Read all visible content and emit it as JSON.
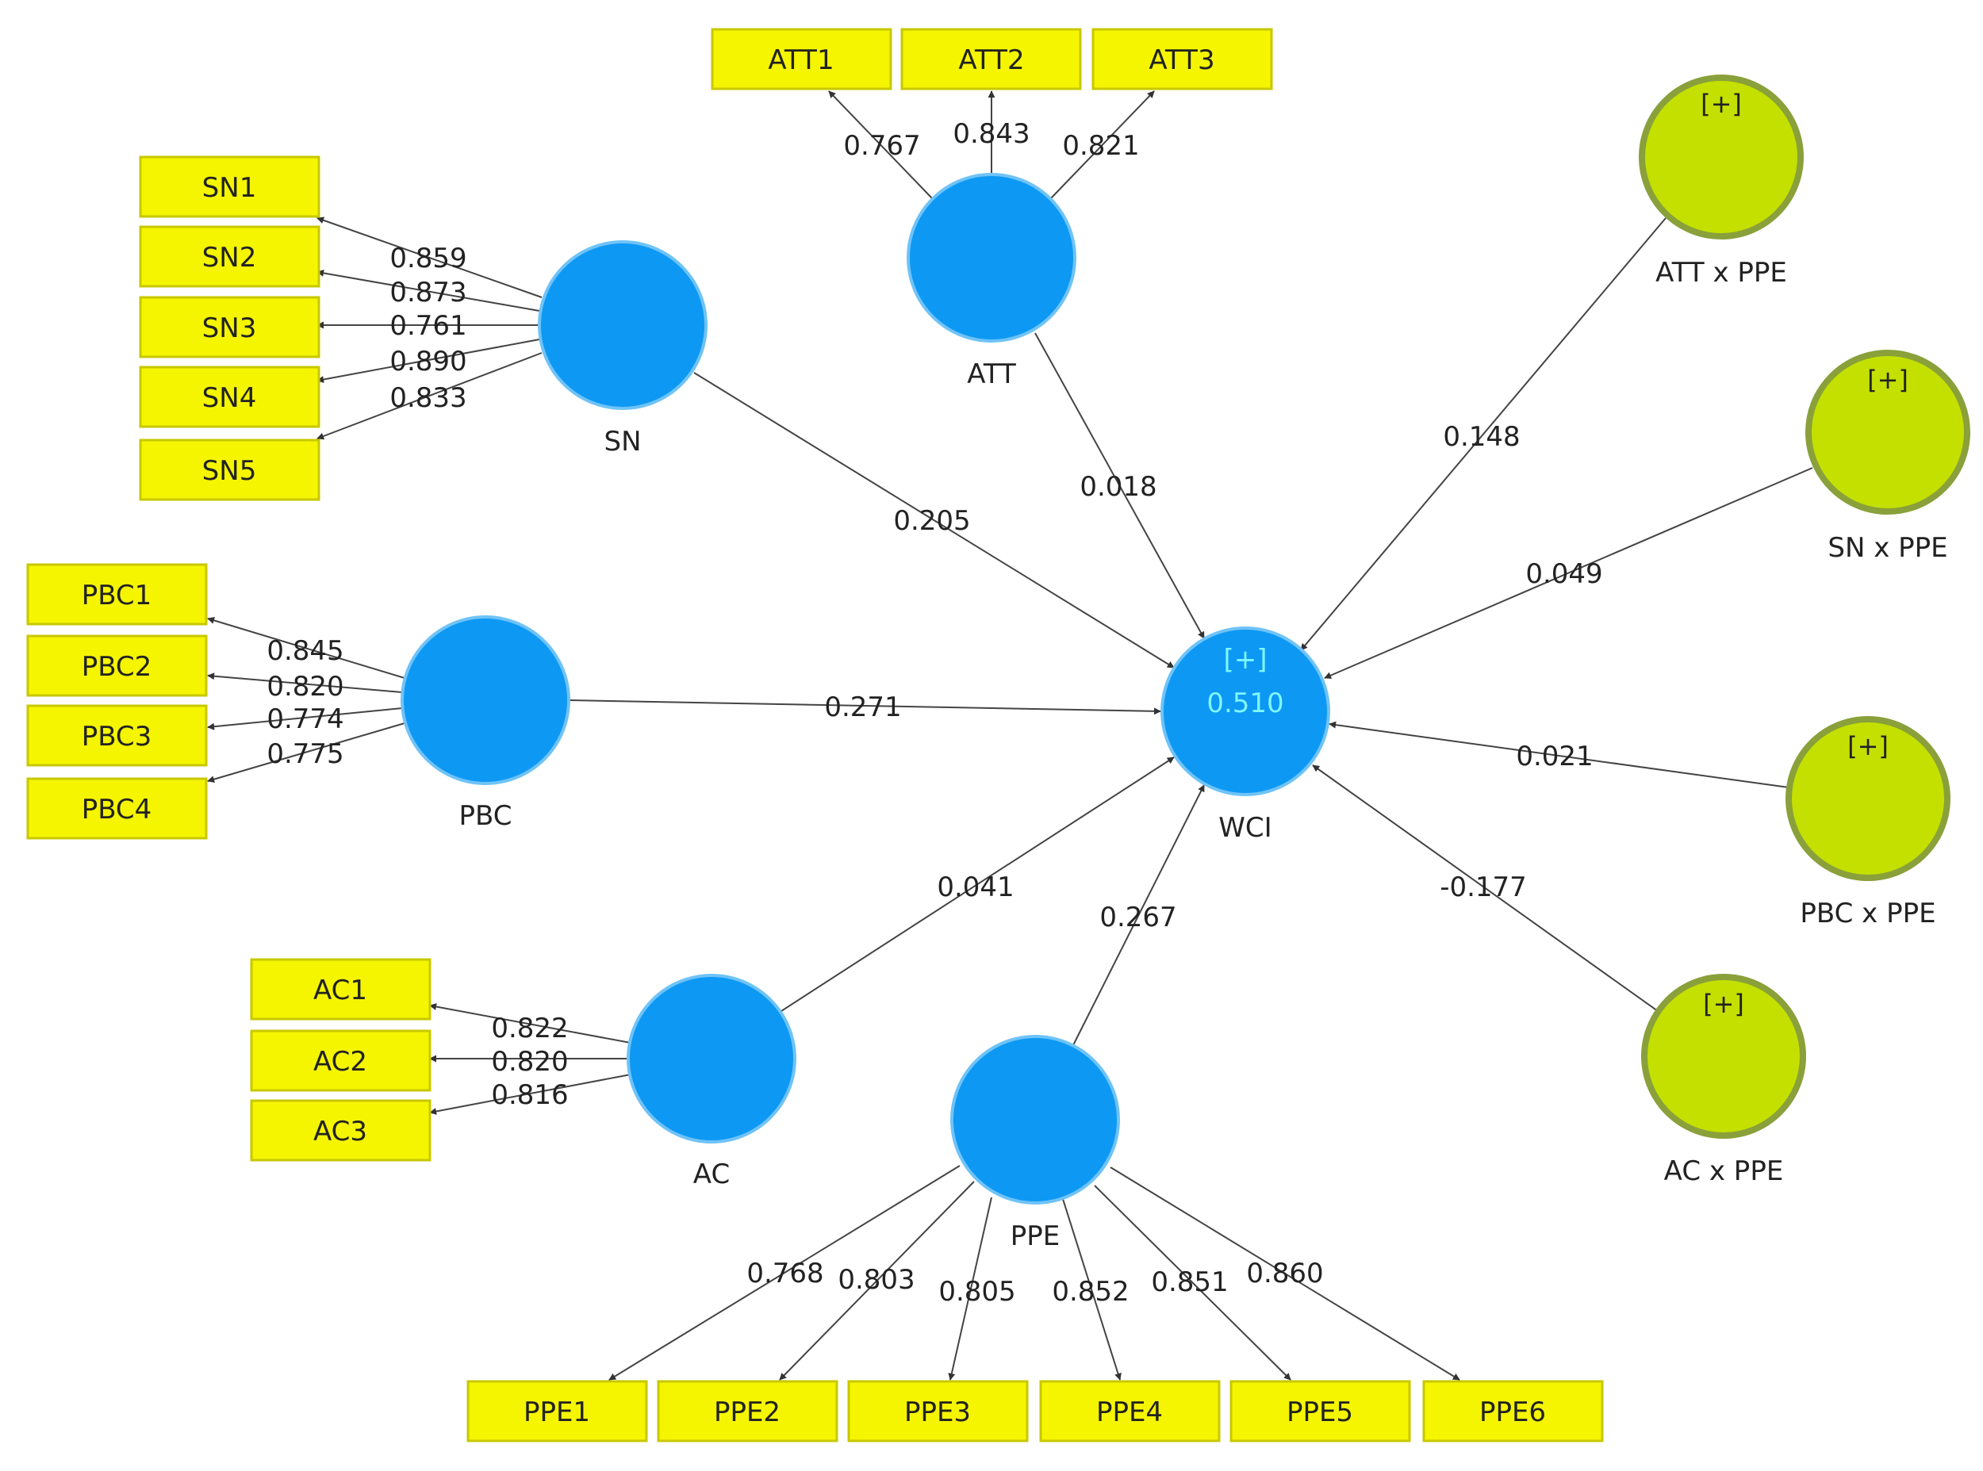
{
  "colors": {
    "indicator_fill": "#f5f500",
    "latent_fill": "#0d98f3",
    "moderator_fill": "#c3e000",
    "moderator_border": "#8aa03a",
    "r2_text": "#7ff7ff"
  },
  "latent": {
    "ATT": {
      "label": "ATT"
    },
    "SN": {
      "label": "SN"
    },
    "PBC": {
      "label": "PBC"
    },
    "AC": {
      "label": "AC"
    },
    "PPE": {
      "label": "PPE"
    },
    "WCI": {
      "label": "WCI",
      "expand": "[+]",
      "r2": "0.510"
    }
  },
  "moderators": [
    {
      "id": "attppe",
      "label": "ATT x PPE",
      "expand": "[+]",
      "coef": "0.148"
    },
    {
      "id": "snppe",
      "label": "SN x PPE",
      "expand": "[+]",
      "coef": "0.049"
    },
    {
      "id": "pbcppe",
      "label": "PBC x PPE",
      "expand": "[+]",
      "coef": "0.021"
    },
    {
      "id": "acppe",
      "label": "AC x PPE",
      "expand": "[+]",
      "coef": "-0.177"
    }
  ],
  "paths": {
    "SN": "0.205",
    "ATT": "0.018",
    "PBC": "0.271",
    "AC": "0.041",
    "PPE": "0.267"
  },
  "indicators": {
    "ATT": [
      {
        "name": "ATT1",
        "loading": "0.767"
      },
      {
        "name": "ATT2",
        "loading": "0.843"
      },
      {
        "name": "ATT3",
        "loading": "0.821"
      }
    ],
    "SN": [
      {
        "name": "SN1",
        "loading": "0.859"
      },
      {
        "name": "SN2",
        "loading": "0.873"
      },
      {
        "name": "SN3",
        "loading": "0.761"
      },
      {
        "name": "SN4",
        "loading": "0.890"
      },
      {
        "name": "SN5",
        "loading": "0.833"
      }
    ],
    "PBC": [
      {
        "name": "PBC1",
        "loading": "0.845"
      },
      {
        "name": "PBC2",
        "loading": "0.820"
      },
      {
        "name": "PBC3",
        "loading": "0.774"
      },
      {
        "name": "PBC4",
        "loading": "0.775"
      }
    ],
    "AC": [
      {
        "name": "AC1",
        "loading": "0.822"
      },
      {
        "name": "AC2",
        "loading": "0.820"
      },
      {
        "name": "AC3",
        "loading": "0.816"
      }
    ],
    "PPE": [
      {
        "name": "PPE1",
        "loading": "0.768"
      },
      {
        "name": "PPE2",
        "loading": "0.803"
      },
      {
        "name": "PPE3",
        "loading": "0.805"
      },
      {
        "name": "PPE4",
        "loading": "0.852"
      },
      {
        "name": "PPE5",
        "loading": "0.851"
      },
      {
        "name": "PPE6",
        "loading": "0.860"
      }
    ]
  }
}
